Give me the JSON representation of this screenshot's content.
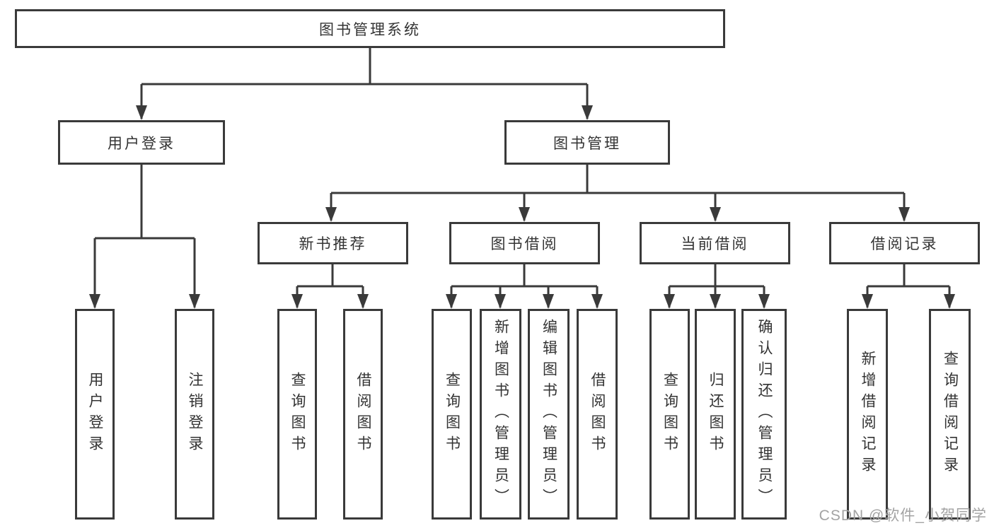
{
  "diagram": {
    "root": {
      "label": "图书管理系统"
    },
    "user_login": {
      "label": "用户登录",
      "leaves": {
        "login": "用户登录",
        "logout": "注销登录"
      }
    },
    "book_mgmt": {
      "label": "图书管理",
      "new_books": {
        "label": "新书推荐",
        "leaves": {
          "query": "查询图书",
          "borrow": "借阅图书"
        }
      },
      "book_borrow": {
        "label": "图书借阅",
        "leaves": {
          "query": "查询图书",
          "add": "新增图书（管理员）",
          "edit": "编辑图书（管理员）",
          "borrow": "借阅图书"
        }
      },
      "current_borrow": {
        "label": "当前借阅",
        "leaves": {
          "query": "查询图书",
          "return": "归还图书",
          "confirm": "确认归还（管理员）"
        }
      },
      "borrow_records": {
        "label": "借阅记录",
        "leaves": {
          "add": "新增借阅记录",
          "query": "查询借阅记录"
        }
      }
    }
  },
  "watermark": "CSDN @软件_小贺同学",
  "colors": {
    "line": "#3a3a3a",
    "text": "#333333",
    "watermark": "#a3a3a3",
    "background": "#ffffff"
  }
}
